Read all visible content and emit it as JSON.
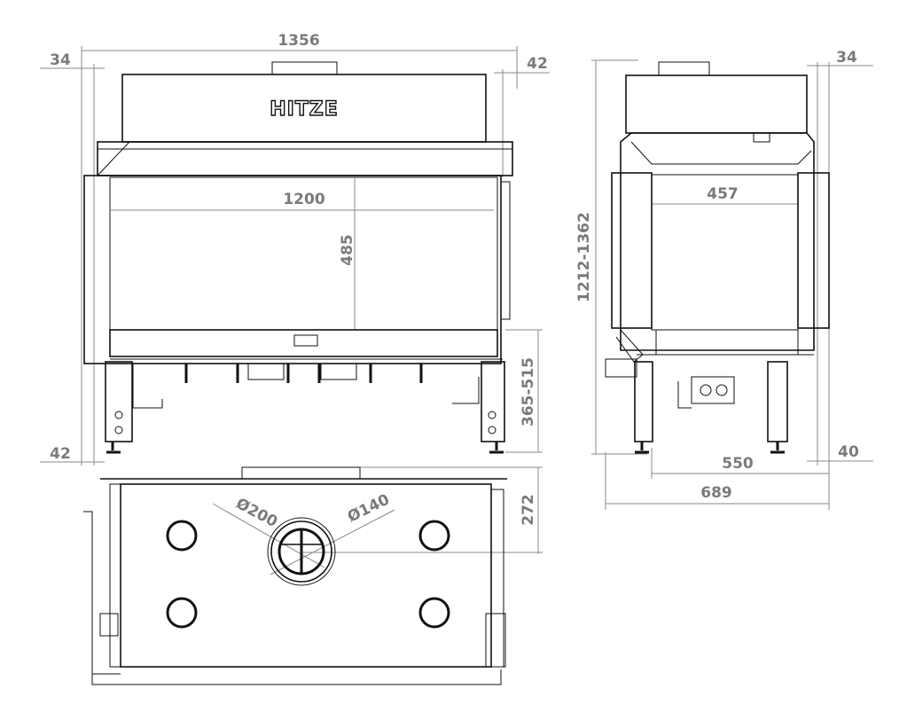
{
  "brand": {
    "logo_text": "HITZE"
  },
  "front_view": {
    "overall_width": "1356",
    "left_offset": "34",
    "right_offset": "42",
    "glass_width": "1200",
    "glass_height": "485",
    "leg_height": "365-515",
    "bottom_offset": "42"
  },
  "side_view": {
    "total_height": "1212-1362",
    "top_offset": "34",
    "glass_width": "457",
    "bottom_offset": "40",
    "leg_span": "550",
    "overall_depth": "689"
  },
  "top_view": {
    "outer_diameter": "Ø200",
    "inner_diameter": "Ø140",
    "flue_offset": "272"
  },
  "colors": {
    "line": "#111111",
    "dimension": "#7a7a7a"
  }
}
